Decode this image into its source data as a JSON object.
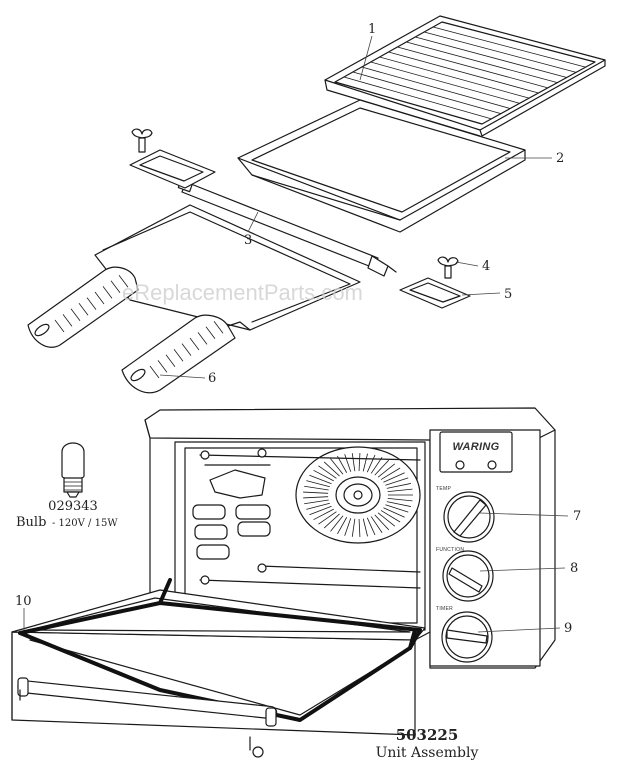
{
  "watermark": "eReplacementParts.com",
  "callouts": [
    "1",
    "2",
    "3",
    "4",
    "5",
    "6",
    "7",
    "8",
    "9",
    "10"
  ],
  "bulb": {
    "part_number": "029343",
    "label": "Bulb",
    "spec": "- 120V / 15W"
  },
  "assembly": {
    "part_number": "503225",
    "label": "Unit Assembly"
  },
  "oven_panel": {
    "brand": "WARING",
    "knob_labels": [
      "TEMP",
      "FUNCTION",
      "TIMER"
    ]
  }
}
